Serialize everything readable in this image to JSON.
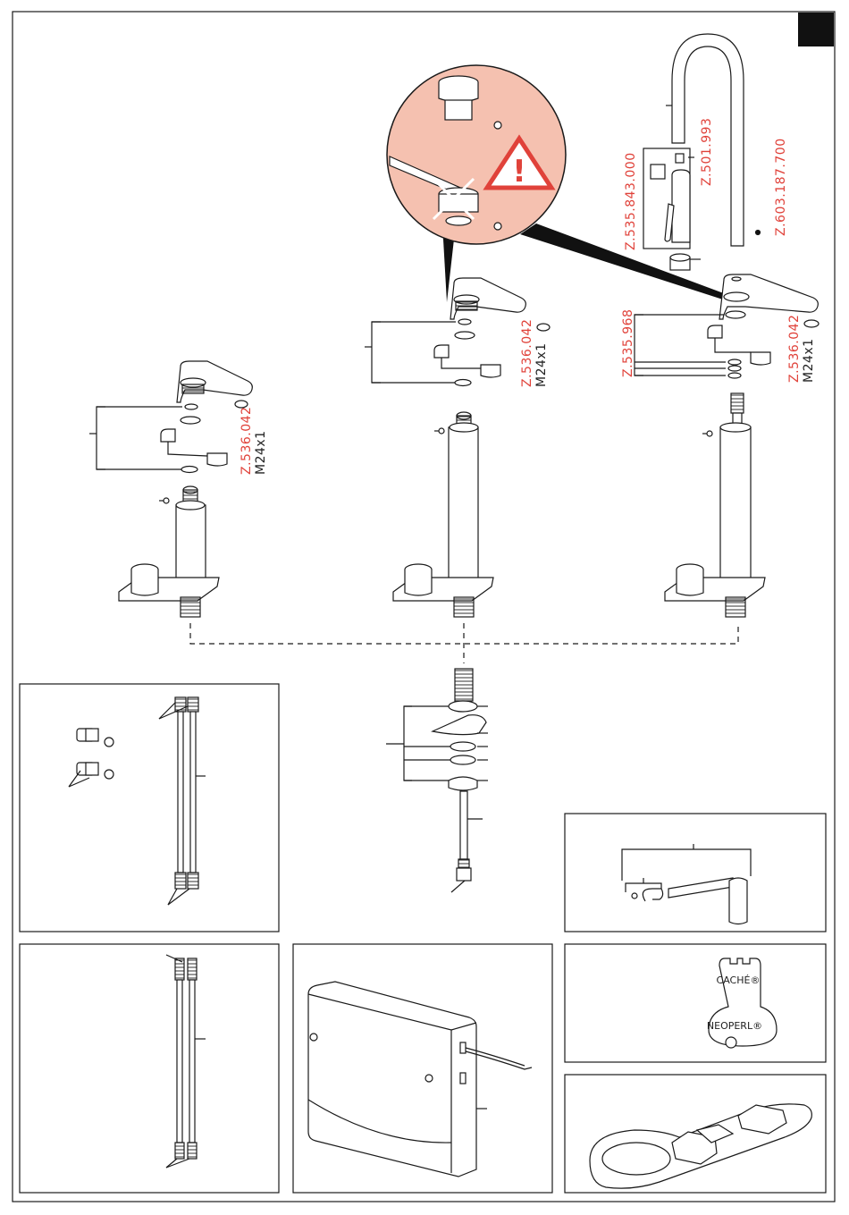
{
  "colors": {
    "accent": "#e0423a",
    "warning_bg": "#f5c1b0",
    "line": "#1a1a1a"
  },
  "part_labels": {
    "mixer_left": "Z.536.042",
    "mixer_mid": "Z.536.042",
    "mixer_right": "Z.536.042",
    "aerator": "Z.501.993",
    "spray_head": "Z.535.843.000",
    "spout_pin": "Z.603.187.700",
    "seal_set": "Z.535.968"
  },
  "thread_labels": {
    "left": "M24x1",
    "mid": "M24x1",
    "right": "M24x1"
  },
  "warning": {
    "icon": "warning-triangle-icon",
    "glyph": "!"
  },
  "tool_logo": {
    "brand_top": "CACHÉ®",
    "brand_bottom": "NEOPERL®"
  },
  "page_marker": {
    "icon": "page-tab-marker"
  }
}
